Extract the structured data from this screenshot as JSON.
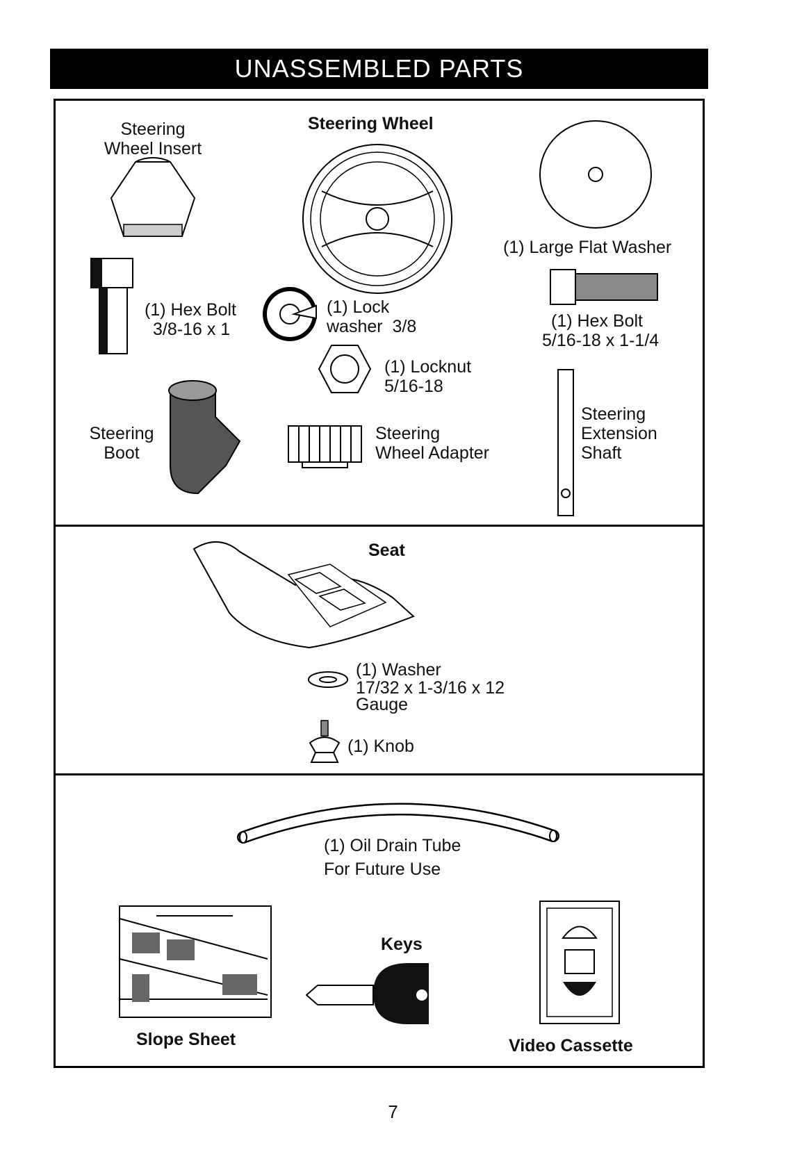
{
  "header": {
    "title": "UNASSEMBLED PARTS"
  },
  "page_number": "7",
  "panel1": {
    "steering_wheel_insert": "Steering\nWheel Insert",
    "steering_wheel": "Steering Wheel",
    "large_flat_washer": "(1) Large Flat Washer",
    "hex_bolt_a_name": "(1) Hex Bolt",
    "hex_bolt_a_size": "3/8-16 x 1",
    "lock_washer_name": "(1) Lock",
    "lock_washer_size": "washer  3/8",
    "hex_bolt_b_name": "(1) Hex Bolt",
    "hex_bolt_b_size": "5/16-18 x 1-1/4",
    "locknut_name": "(1) Locknut",
    "locknut_size": "5/16-18",
    "steering_boot": "Steering\nBoot",
    "steering_wheel_adapter": "Steering\nWheel Adapter",
    "steering_extension_shaft": "Steering\nExtension\nShaft"
  },
  "panel2": {
    "seat": "Seat",
    "washer_name": "(1) Washer",
    "washer_size": "17/32 x 1-3/16 x 12",
    "washer_gauge": "Gauge",
    "knob": "(1) Knob"
  },
  "panel3": {
    "oil_drain_tube": "(1) Oil Drain Tube",
    "oil_drain_note": "For Future Use",
    "keys": "Keys",
    "slope_sheet": "Slope Sheet",
    "video_cassette": "Video Cassette"
  }
}
